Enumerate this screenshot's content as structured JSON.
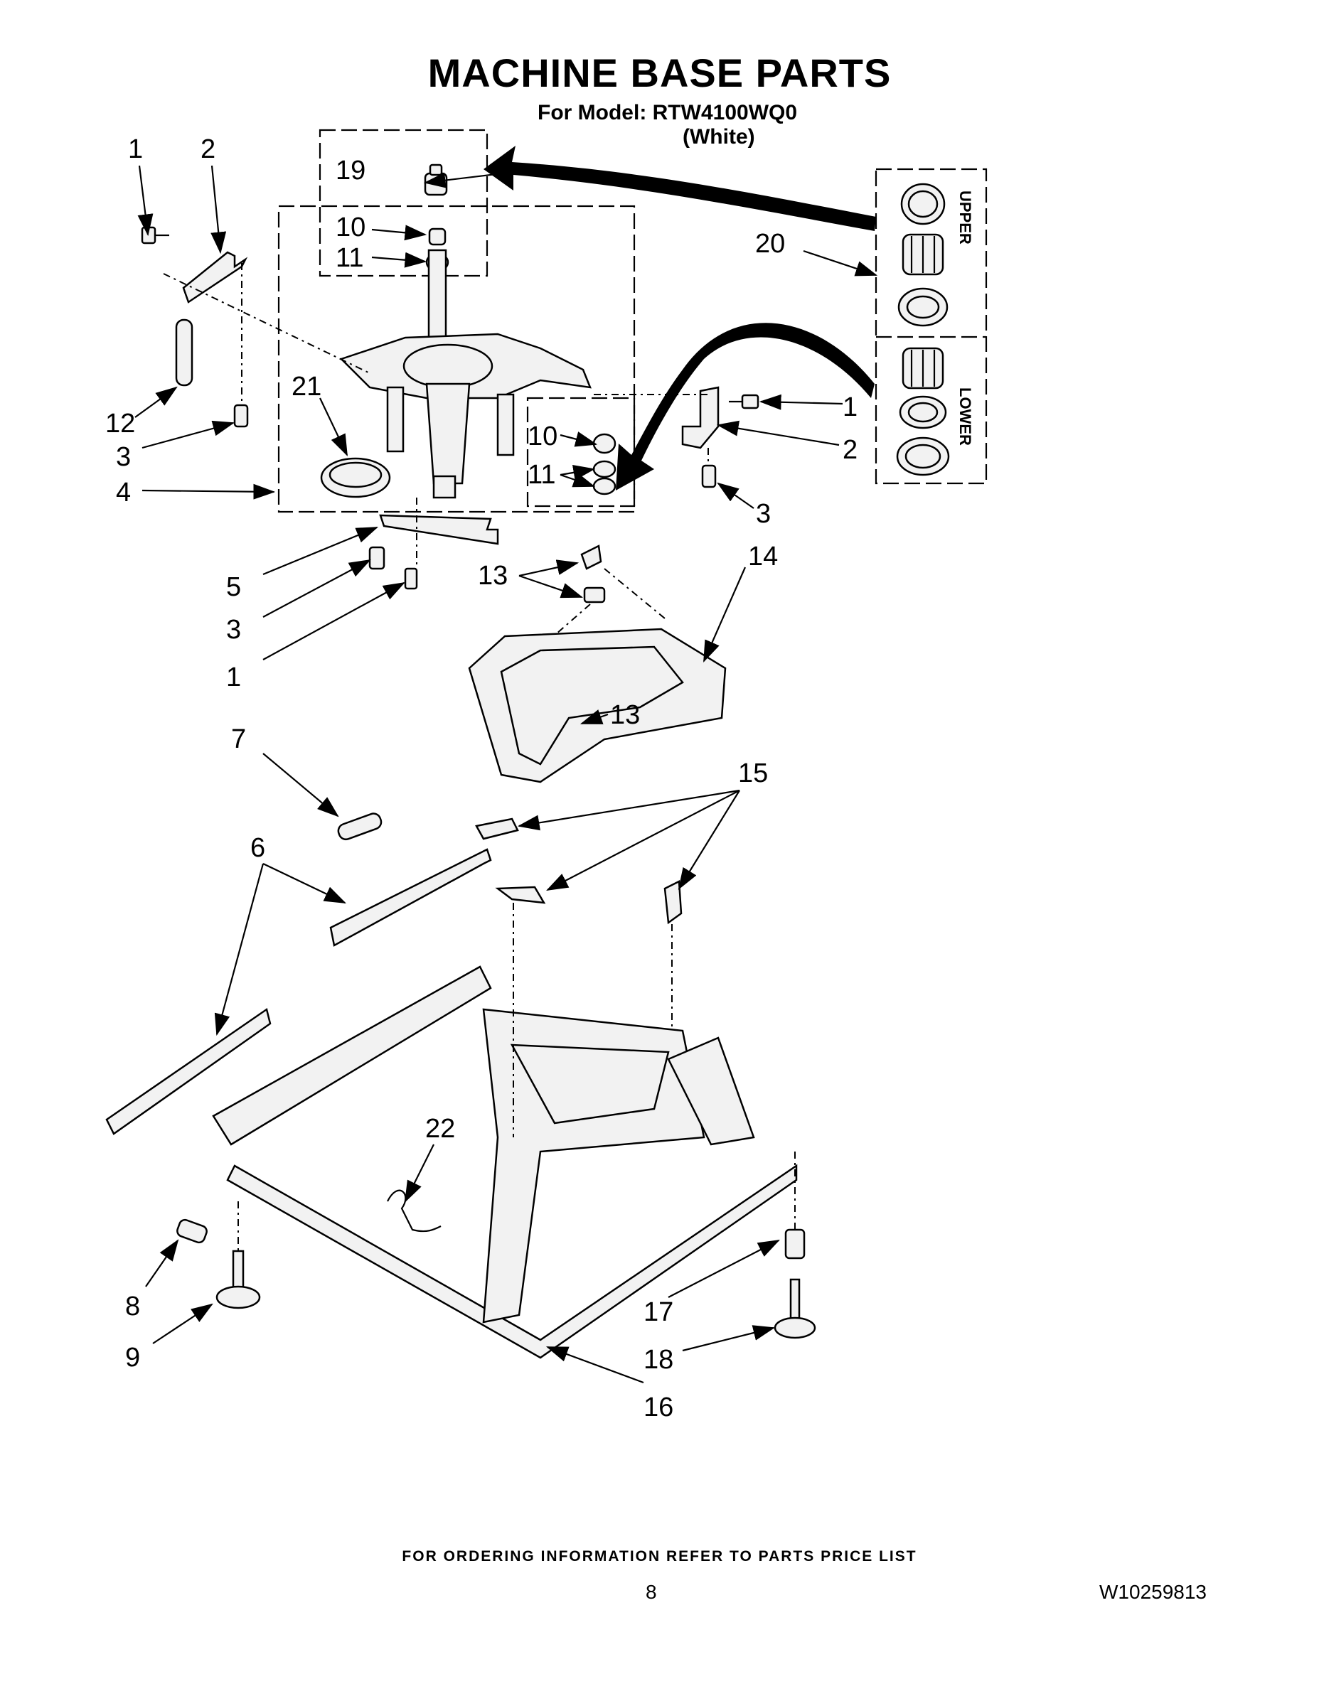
{
  "header": {
    "title": "MACHINE BASE PARTS",
    "model_line": "For Model: RTW4100WQ0",
    "variant": "(White)"
  },
  "kit_labels": {
    "upper": "UPPER",
    "lower": "LOWER"
  },
  "callouts": {
    "c1": "1",
    "c2": "2",
    "c3": "3",
    "c4": "4",
    "c5": "5",
    "c6": "6",
    "c7": "7",
    "c8": "8",
    "c9": "9",
    "c10": "10",
    "c11": "11",
    "c12": "12",
    "c13": "13",
    "c14": "14",
    "c15": "15",
    "c16": "16",
    "c17": "17",
    "c18": "18",
    "c19": "19",
    "c20": "20",
    "c21": "21",
    "c22": "22"
  },
  "footer": {
    "ordering_note": "FOR ORDERING INFORMATION REFER TO PARTS PRICE LIST",
    "page_number": "8",
    "document_number": "W10259813"
  }
}
